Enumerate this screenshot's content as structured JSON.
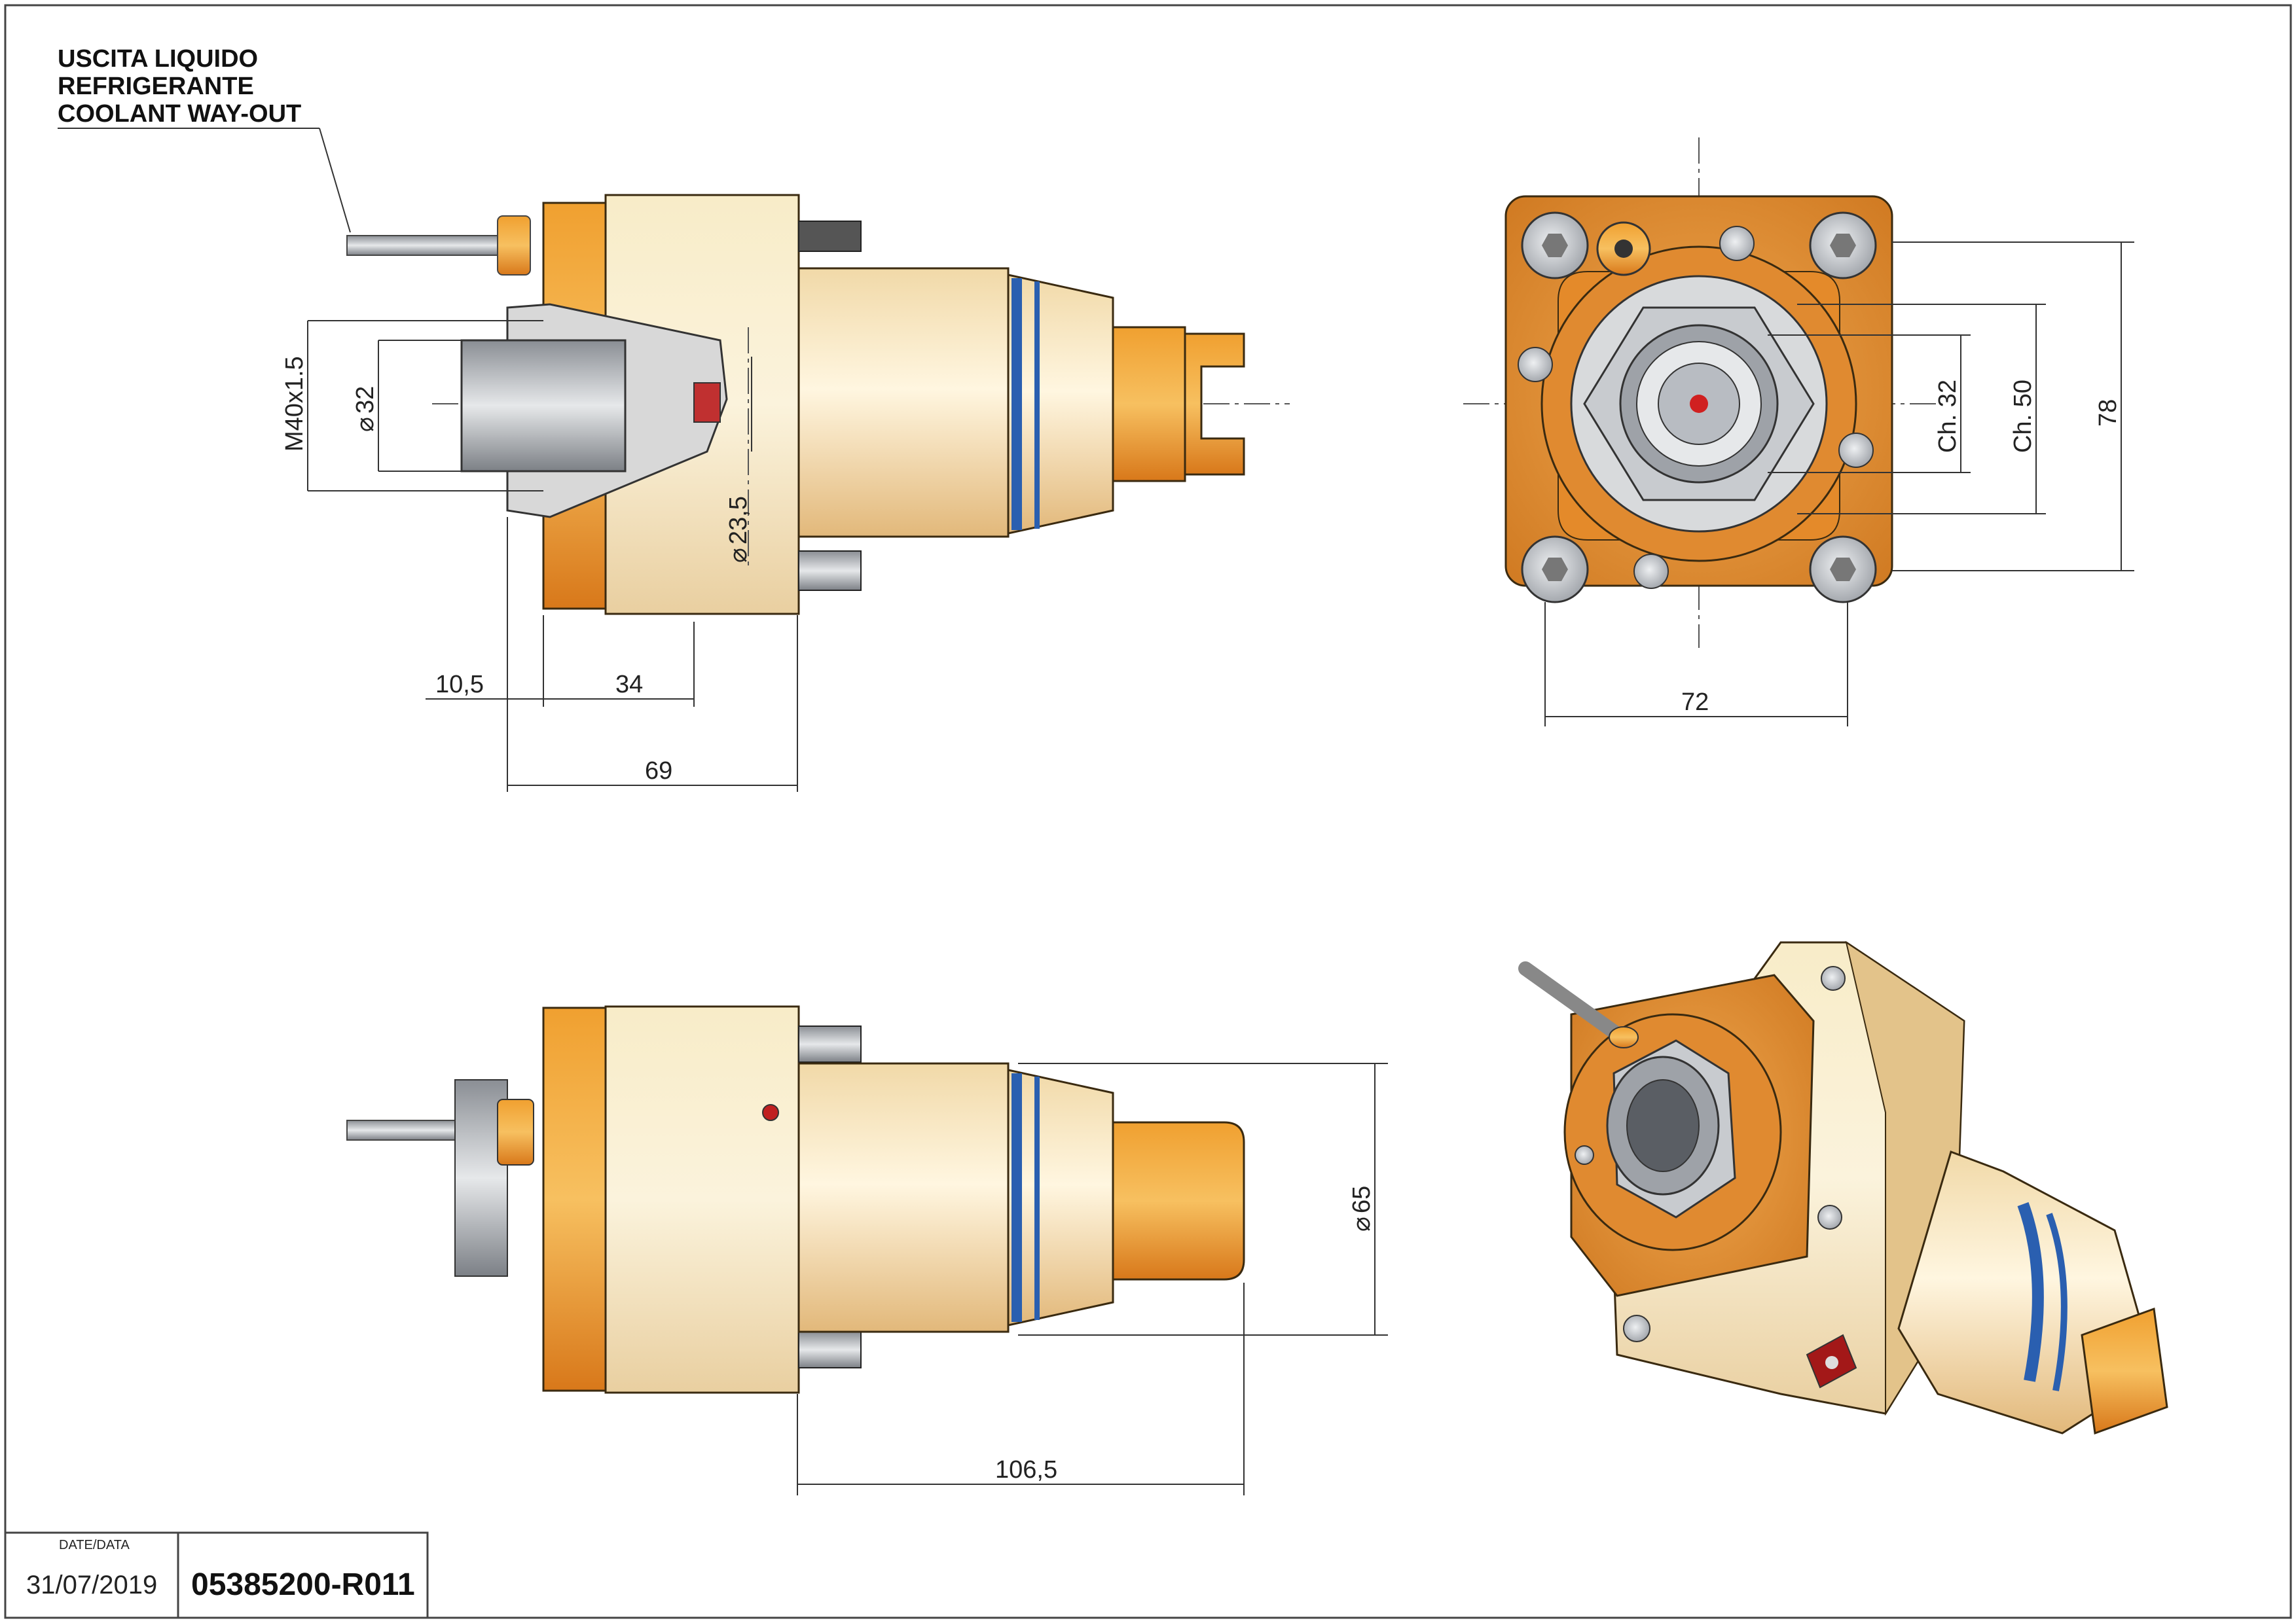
{
  "note": {
    "lines": [
      "USCITA LIQUIDO",
      "REFRIGERANTE",
      "COOLANT WAY-OUT"
    ]
  },
  "dims": {
    "thread": "M40x1.5",
    "dia32": "32",
    "dia235": "23,5",
    "d105": "10,5",
    "d34": "34",
    "d69": "69",
    "d72": "72",
    "ch32": "Ch. 32",
    "ch50": "Ch. 50",
    "d78": "78",
    "dia65": "65",
    "d1065": "106,5"
  },
  "title_block": {
    "date_label": "DATE/DATA",
    "date": "31/07/2019",
    "code": "05385200-R011"
  },
  "colors": {
    "orange": "#e8901e",
    "cream": "#f6e4b4",
    "blue": "#2a5fb0",
    "steel": "#b8bcc2"
  }
}
